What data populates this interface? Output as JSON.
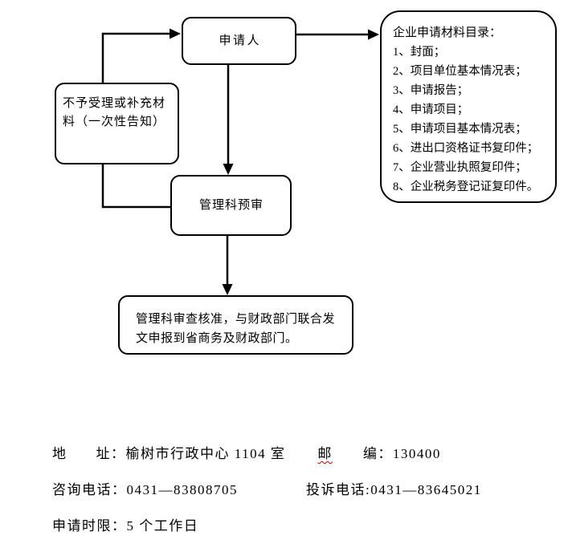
{
  "flowchart": {
    "applicant_label": "申请人",
    "reject_label": "不予受理或补充材料（一次性告知）",
    "preaudit_label": "管理科预审",
    "approve_label": "管理科审查核准，与财政部门联合发文申报到省商务及财政部门。",
    "materials": {
      "title": "企业申请材料目录：",
      "items": [
        "1、封面；",
        "2、项目单位基本情况表；",
        "3、申请报告；",
        "4、申请项目；",
        "5、申请项目基本情况表；",
        "6、进出口资格证书复印件；",
        "7、企业营业执照复印件；",
        "8、企业税务登记证复印件。"
      ]
    }
  },
  "footer": {
    "address": {
      "label_char_1": "地",
      "label_char_2": "址：",
      "value": "榆树市行政中心 1104 室",
      "postal_char_1": "邮",
      "postal_char_2": "编：",
      "postal_value": "130400"
    },
    "consult_label": "咨询电话：",
    "consult_value": "0431—83808705",
    "complaint_label": "投诉电话:",
    "complaint_value": "0431—83645021",
    "deadline_label": "申请时限：",
    "deadline_value": "5 个工作日"
  },
  "colors": {
    "line": "#000000",
    "background": "#ffffff",
    "spellcheck_underline": "#cc0000"
  }
}
